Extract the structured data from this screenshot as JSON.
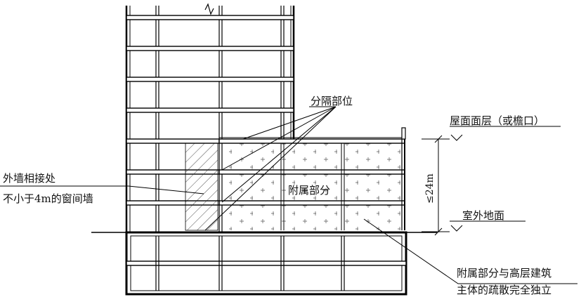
{
  "labels": {
    "partition": "分隔部位",
    "roof_level": "屋面面层（或檐口）",
    "outdoor_ground": "室外地面",
    "height_limit": "≤24m",
    "annex": "附属部分",
    "wall_junction": "外墙相接处",
    "window_wall": "不小于4m的窗间墙",
    "note_line1": "附属部分与高层建筑",
    "note_line2": "主体的疏散完全独立"
  }
}
